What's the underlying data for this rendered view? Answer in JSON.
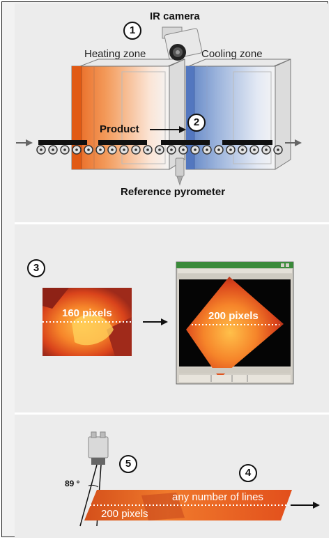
{
  "panel1": {
    "ir_camera_label": "IR camera",
    "heating_zone_label": "Heating zone",
    "cooling_zone_label": "Cooling zone",
    "product_label": "Product",
    "pyrometer_label": "Reference pyrometer",
    "step1": "1",
    "step2": "2"
  },
  "panel2": {
    "step3": "3",
    "left_pixels_label": "160 pixels",
    "right_pixels_label": "200 pixels"
  },
  "panel3": {
    "step5": "5",
    "step4": "4",
    "angle_label": "89 °",
    "lines_label": "any number of lines",
    "pixels_label": "200 pixels"
  },
  "colors": {
    "heating": "#f07b2c",
    "cooling": "#7f9fd3",
    "thermal_orange": "#e8531c"
  }
}
